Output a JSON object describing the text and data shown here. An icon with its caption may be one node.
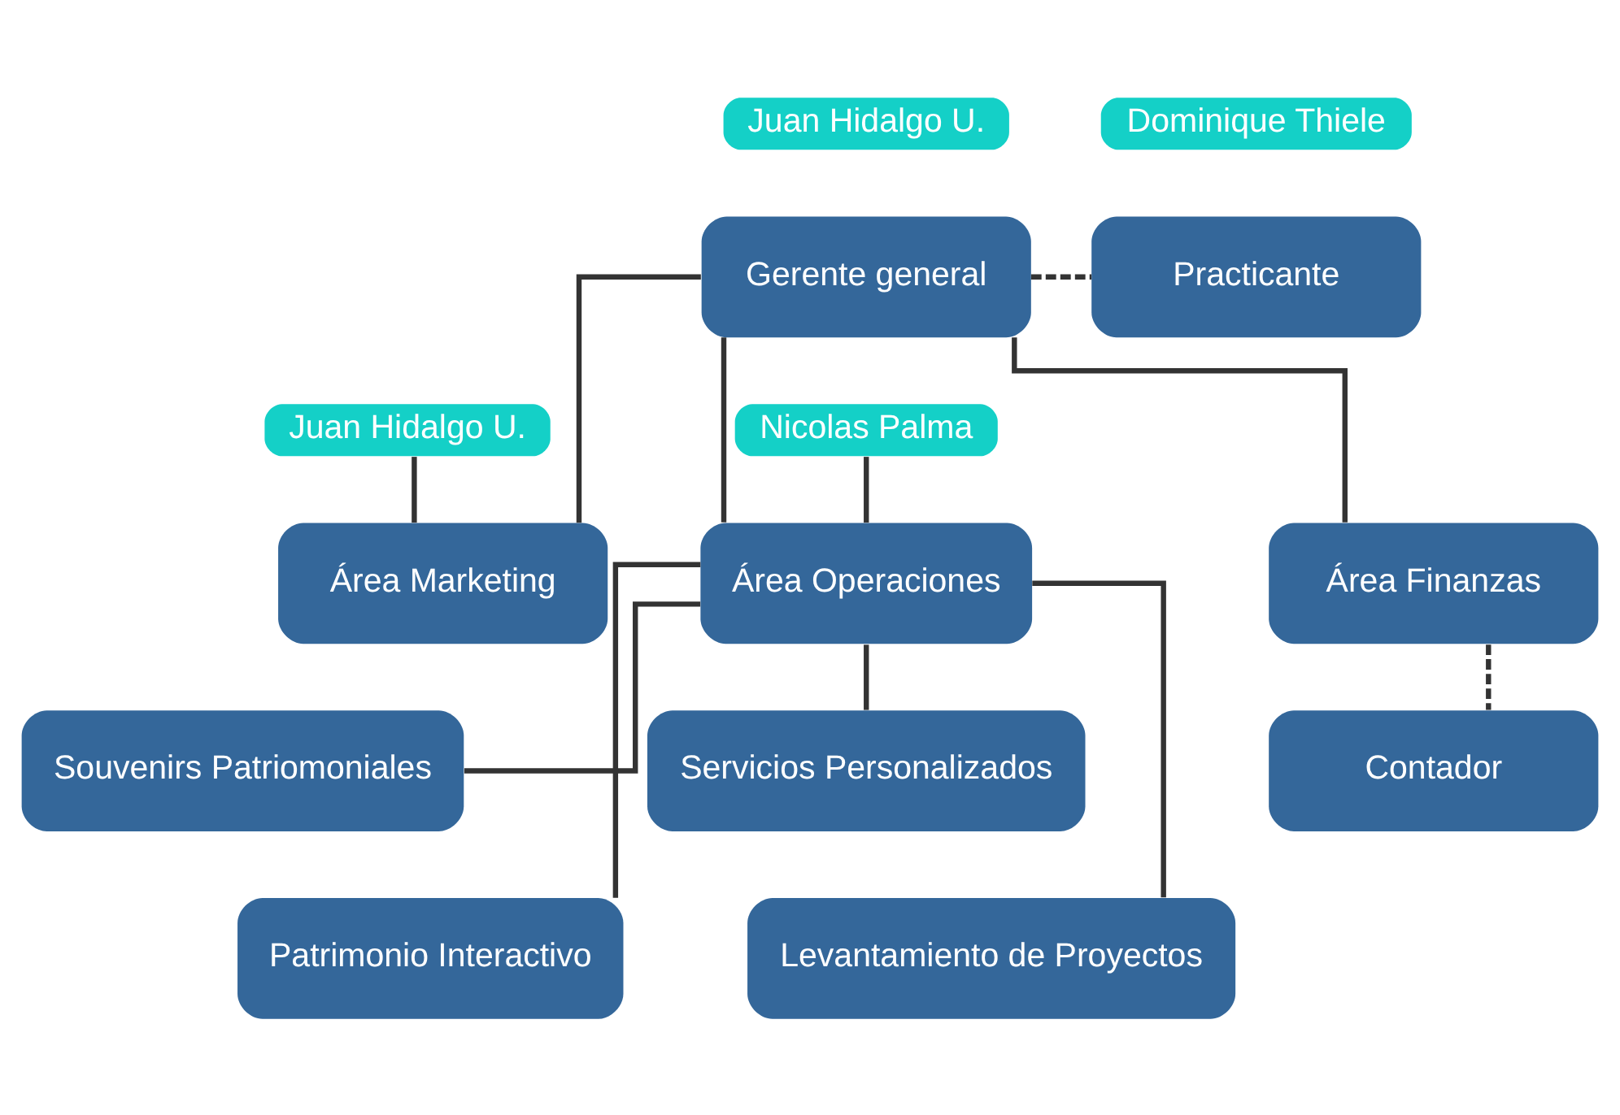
{
  "diagram": {
    "nodes": [
      {
        "text": [
          "Juan Hidalgo U."
        ]
      },
      {
        "text": [
          "Dominique Thiele"
        ]
      },
      {
        "text": [
          "Gerente general"
        ]
      },
      {
        "text": [
          "Practicante"
        ]
      },
      {
        "text": [
          "Juan Hidalgo U."
        ]
      },
      {
        "text": [
          "Nicolas Palma"
        ]
      },
      {
        "text": [
          "Área Marketing"
        ]
      },
      {
        "text": [
          "Área Finanzas"
        ]
      },
      {
        "text": [
          "Área Operaciones"
        ]
      },
      {
        "text": [
          "Contador"
        ]
      },
      {
        "text": [
          "Souvenirs Patriomoniales"
        ]
      },
      {
        "text": [
          "Servicios Personalizados"
        ]
      },
      {
        "text": [
          "Patrimonio Interactivo"
        ]
      },
      {
        "text": [
          "Levantamiento de Proyectos"
        ]
      }
    ],
    "edges": [
      {
        "from": 2,
        "to": 3,
        "arrow": "none",
        "style": "dashed"
      },
      {
        "from": 2,
        "to": 6,
        "arrow": "none"
      },
      {
        "from": 2,
        "to": 7,
        "arrow": "none"
      },
      {
        "from": 2,
        "to": 8,
        "arrow": "none"
      },
      {
        "from": 4,
        "to": 6,
        "arrow": "none"
      },
      {
        "from": 5,
        "to": 8,
        "arrow": "none"
      },
      {
        "from": 7,
        "to": 9,
        "arrow": "none",
        "style": "dashed"
      },
      {
        "from": 8,
        "to": 10,
        "arrow": "none"
      },
      {
        "from": 8,
        "to": 11,
        "arrow": "none"
      },
      {
        "from": 8,
        "to": 12,
        "arrow": "none"
      },
      {
        "from": 8,
        "to": 13,
        "arrow": "none"
      }
    ]
  }
}
